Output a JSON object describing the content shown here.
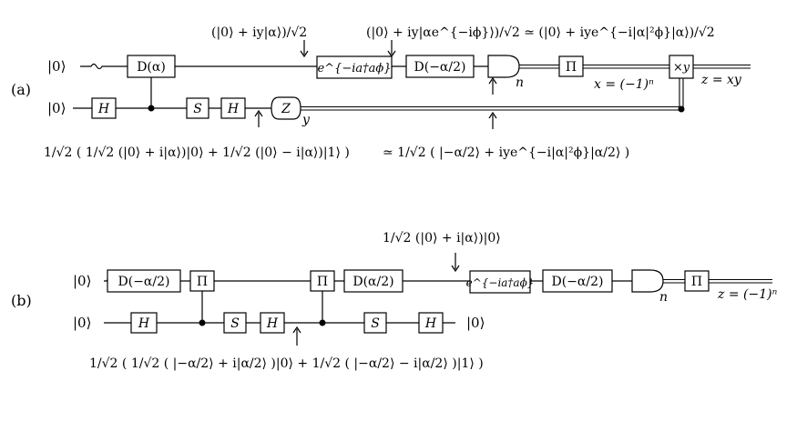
{
  "panel_a": {
    "label": "(a)",
    "inputs": {
      "top": "|0⟩",
      "bottom": "|0⟩"
    },
    "gates": {
      "displacement": "D(α)",
      "hadamard_1": "H",
      "phase_s": "S",
      "hadamard_2": "H",
      "z_measure": "Z",
      "rotation": "e^{−ia†aϕ}",
      "displacement_back": "D(−α/2)",
      "parity": "Π",
      "multiply": "×y"
    },
    "wire_labels": {
      "n": "n",
      "y": "y",
      "x": "x = (−1)ⁿ",
      "z": "z = xy"
    },
    "annotations": {
      "state_1": "(|0⟩ + iy|α⟩)/√2",
      "state_2": "(|0⟩ + iy|αe^{−iϕ}⟩)/√2 ≃ (|0⟩ + iye^{−i|α|²ϕ}|α⟩)/√2",
      "state_bottom_left": "1/√2 ( 1/√2 (|0⟩ + i|α⟩)|0⟩ + 1/√2 (|0⟩ − i|α⟩)|1⟩ )",
      "state_bottom_right": "≃ 1/√2 ( |−α/2⟩ + iye^{−i|α|²ϕ}|α/2⟩ )"
    }
  },
  "panel_b": {
    "label": "(b)",
    "inputs": {
      "top": "|0⟩",
      "bottom": "|0⟩"
    },
    "output_bottom": "|0⟩",
    "gates": {
      "displacement_1": "D(−α/2)",
      "parity_1": "Π",
      "parity_2": "Π",
      "displacement_2": "D(α/2)",
      "rotation": "e^{−ia†aϕ}",
      "displacement_3": "D(−α/2)",
      "parity_3": "Π",
      "hadamard_1": "H",
      "phase_s_1": "S",
      "hadamard_2": "H",
      "phase_s_2": "S",
      "hadamard_3": "H"
    },
    "wire_labels": {
      "n": "n",
      "z": "z = (−1)ⁿ"
    },
    "annotations": {
      "state_top": "1/√2 (|0⟩ + i|α⟩)|0⟩",
      "state_bottom": "1/√2 ( 1/√2 ( |−α/2⟩ + i|α/2⟩ )|0⟩ + 1/√2 ( |−α/2⟩ − i|α/2⟩ )|1⟩ )"
    }
  }
}
